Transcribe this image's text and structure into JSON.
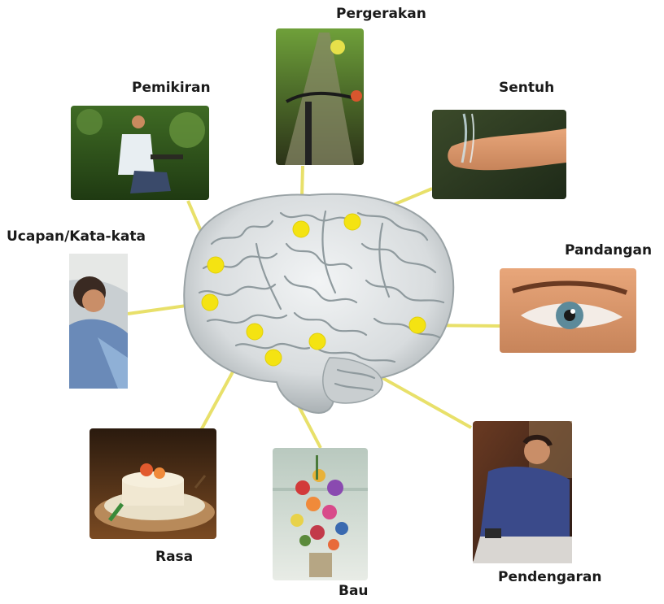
{
  "diagram": {
    "labels": {
      "pergerakan": "Pergerakan",
      "pemikiran": "Pemikiran",
      "sentuh": "Sentuh",
      "ucapan": "Ucapan/Kata-kata",
      "pandangan": "Pandangan",
      "rasa": "Rasa",
      "bau": "Bau",
      "pendengaran": "Pendengaran"
    },
    "colors": {
      "connector": "#e8e06a",
      "dot": "#f4e312",
      "brain": "#dfe3e4",
      "brain_fold": "#8f9a9e"
    }
  }
}
